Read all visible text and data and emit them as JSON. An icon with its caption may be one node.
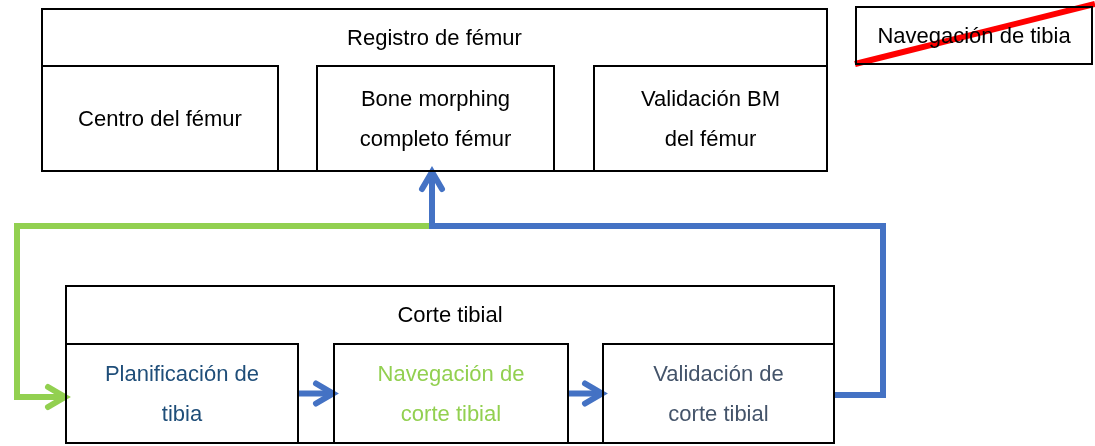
{
  "diagram": {
    "nodes": [
      {
        "text": [
          "Registro de fémur"
        ]
      },
      {
        "text": [
          "Centro del fémur"
        ],
        "in": 0
      },
      {
        "text": [
          "Bone morphing completo fémur"
        ],
        "in": 0
      },
      {
        "text": [
          "Validación BM del fémur"
        ],
        "in": 0
      },
      {
        "text": [
          "Navegación de tibia"
        ]
      },
      {
        "text": [
          "Corte tibial"
        ]
      },
      {
        "text": [
          "Planificación de tibia"
        ],
        "in": 5
      },
      {
        "text": [
          "Navegación de corte tibial"
        ],
        "in": 5
      },
      {
        "text": [
          "Validación de corte tibial"
        ],
        "in": 5
      }
    ],
    "edges": [
      {
        "from": 2,
        "to": 6,
        "arrow": "to",
        "color": "#92d050"
      },
      {
        "from": 8,
        "to": 2,
        "arrow": "to",
        "color": "#4472c4"
      },
      {
        "from": 6,
        "to": 7,
        "arrow": "to",
        "color": "#4472c4"
      },
      {
        "from": 7,
        "to": 8,
        "arrow": "to",
        "color": "#4472c4"
      }
    ]
  }
}
